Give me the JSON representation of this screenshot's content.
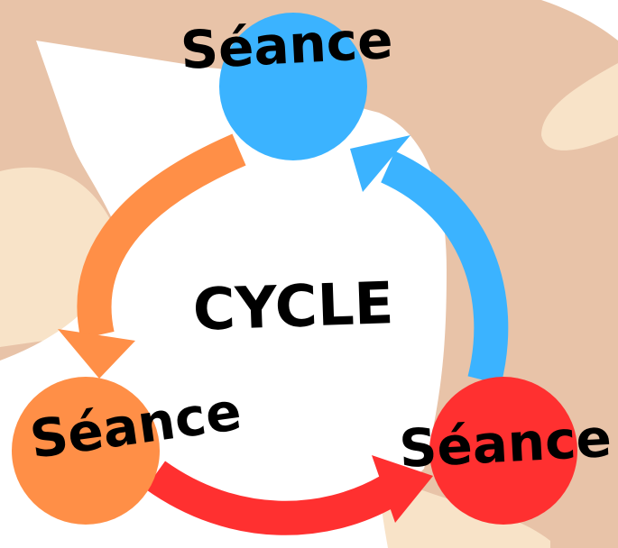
{
  "diagram": {
    "center_label": "CYCLE",
    "nodes": [
      {
        "id": "top",
        "label": "Séance",
        "color": "#3BB3FF"
      },
      {
        "id": "left",
        "label": "Séance",
        "color": "#FF8F47"
      },
      {
        "id": "right",
        "label": "Séance",
        "color": "#FF3030"
      }
    ],
    "arrows": [
      {
        "from": "top",
        "to": "left",
        "color": "#FF8F47"
      },
      {
        "from": "left",
        "to": "right",
        "color": "#FF3030"
      },
      {
        "from": "right",
        "to": "top",
        "color": "#3BB3FF"
      }
    ]
  },
  "background": {
    "tan": "#E8C3A8",
    "cream": "#F8E3C8",
    "white": "#FFFFFF"
  }
}
